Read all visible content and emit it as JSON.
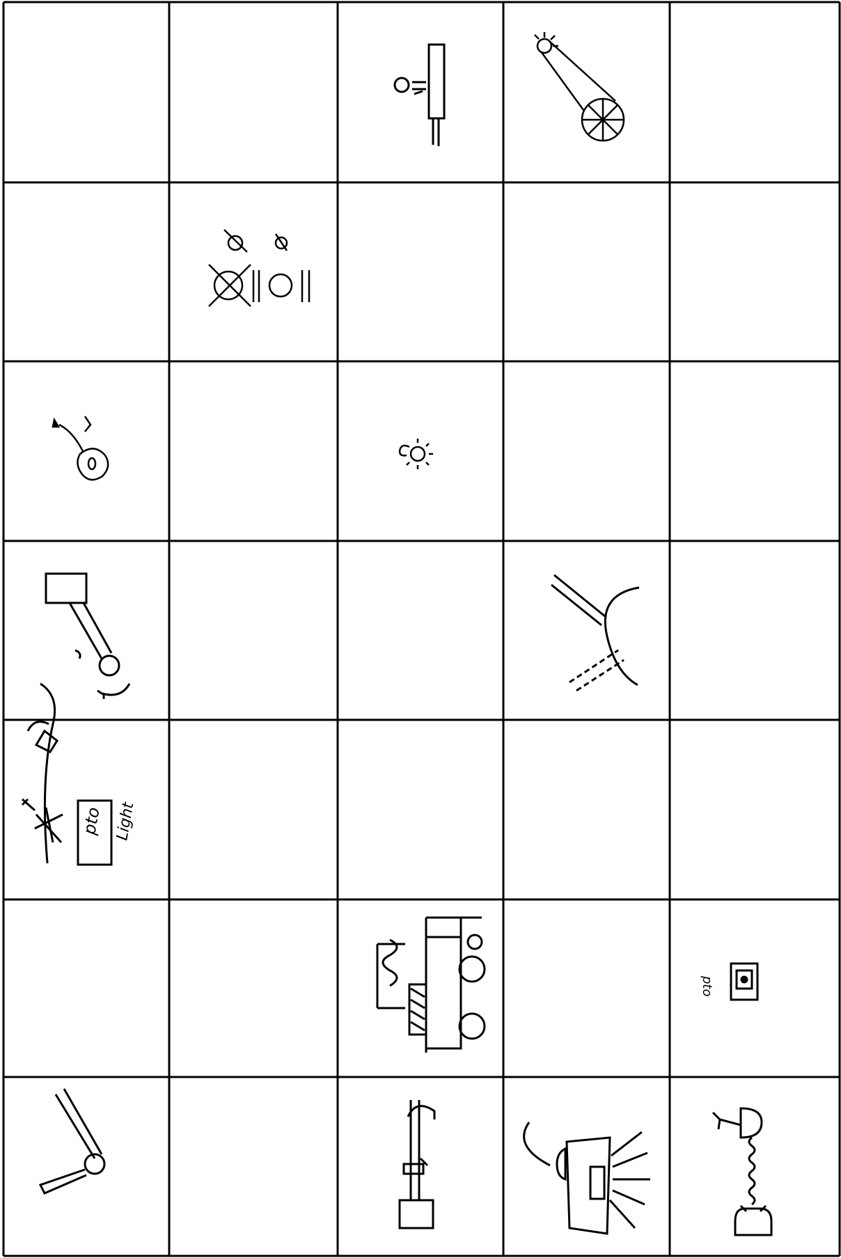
{
  "sheet": {
    "rows": 7,
    "cols": 5,
    "ink_color": "#000000",
    "paper_color": "#ffffff"
  },
  "labels": {
    "pto_light_word1": "pto",
    "pto_light_word2": "Light",
    "pto_small": "pto"
  },
  "sketches": [
    {
      "row": 1,
      "col": 3,
      "icon": "lever-handle-sketch-icon"
    },
    {
      "row": 1,
      "col": 4,
      "icon": "chain-sprocket-sketch-icon"
    },
    {
      "row": 2,
      "col": 2,
      "icon": "gear-crossed-sketch-icon"
    },
    {
      "row": 3,
      "col": 1,
      "icon": "gear-spark-sketch-icon"
    },
    {
      "row": 3,
      "col": 3,
      "icon": "small-gear-sketch-icon"
    },
    {
      "row": 4,
      "col": 1,
      "icon": "crank-cylinder-sketch-icon"
    },
    {
      "row": 4,
      "col": 4,
      "icon": "arms-dome-sketch-icon"
    },
    {
      "row": 5,
      "col": 1,
      "icon": "pto-light-sketch-icon"
    },
    {
      "row": 6,
      "col": 3,
      "icon": "machine-block-sketch-icon"
    },
    {
      "row": 6,
      "col": 5,
      "icon": "pto-switch-sketch-icon"
    },
    {
      "row": 7,
      "col": 1,
      "icon": "hinge-arms-sketch-icon"
    },
    {
      "row": 7,
      "col": 3,
      "icon": "shaft-box-sketch-icon"
    },
    {
      "row": 7,
      "col": 4,
      "icon": "lamp-rays-sketch-icon"
    },
    {
      "row": 7,
      "col": 5,
      "icon": "spring-weight-sketch-icon"
    }
  ]
}
